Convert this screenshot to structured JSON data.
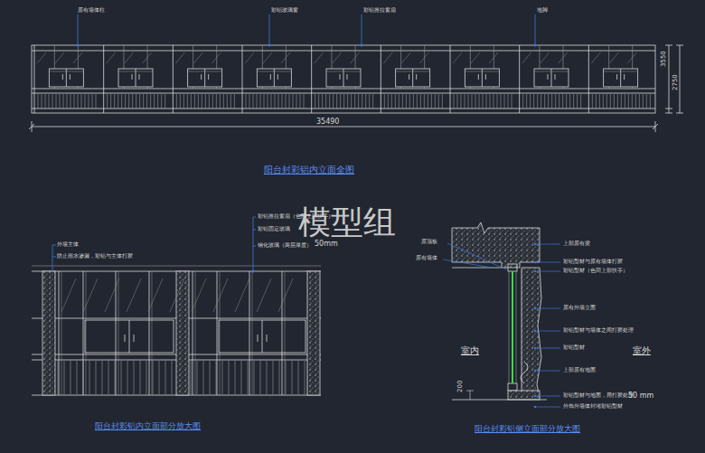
{
  "diagram": {
    "labels": [
      "原有墙体柱",
      "彩铝玻璃窗",
      "彩铝推拉窗扇",
      "地脚",
      "3550",
      "2750",
      "35490",
      "阳台封彩铝内立面全图",
      "模型组",
      "彩铝推拉窗扇（色同上部扶手）",
      "彩铝固定玻璃",
      "钢化玻璃（两层厚度）",
      "50mm",
      "外墙主体",
      "防止雨水渗漏，彩铝与主体打胶",
      "阳台封彩铝内立面部分放大图",
      "原顶板",
      "原有墙体",
      "上部原有梁",
      "彩铝型材与原有墙体打胶",
      "彩铝型材（色同上部扶手）",
      "原有外墙立面",
      "彩铝型材与墙体之间打胶处理",
      "彩铝型材",
      "上部原有地面",
      "彩铝型材与地面，用打胶处理",
      "外饰外墙体封堵彩铝型材",
      "50 mm",
      "室内",
      "室外",
      "200",
      "阳台封彩铝侧立面部分放大图"
    ]
  }
}
